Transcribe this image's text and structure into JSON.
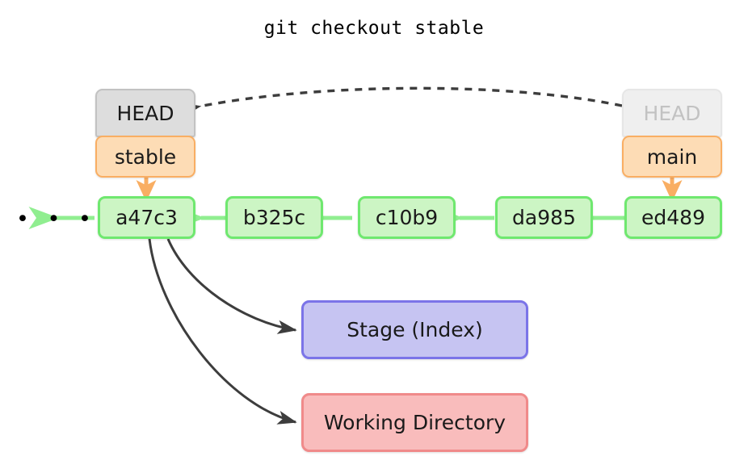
{
  "title": "git checkout stable",
  "colors": {
    "commit_fill": "#ccf5c4",
    "commit_border": "#6fe86f",
    "head_fill": "#dddddd",
    "head_border": "#c2c2c2",
    "head_faded_fill": "#efefef",
    "head_faded_text": "#c2c2c2",
    "branch_fill": "#fddcb5",
    "branch_border": "#f9ae63",
    "stage_fill": "#c6c4f2",
    "stage_border": "#7b74e8",
    "workdir_fill": "#f9bcbc",
    "workdir_border": "#f08a8a",
    "arrow_dark": "#3d3d3d",
    "arrow_green": "#90ee90",
    "arrow_orange": "#f9ae63"
  },
  "commits": [
    {
      "id": "a47c3",
      "label": "a47c3"
    },
    {
      "id": "b325c",
      "label": "b325c"
    },
    {
      "id": "c10b9",
      "label": "c10b9"
    },
    {
      "id": "da985",
      "label": "da985"
    },
    {
      "id": "ed489",
      "label": "ed489"
    }
  ],
  "history_ellipsis": "• • •",
  "refs": {
    "head_active": "HEAD",
    "head_detached": "HEAD",
    "branch_current": "stable",
    "branch_previous": "main"
  },
  "areas": {
    "stage": "Stage (Index)",
    "working_directory": "Working Directory"
  },
  "icons": {
    "head_move": "dashed-arrow-icon",
    "parent_link": "green-arrow-icon",
    "branch_pointer": "orange-arrow-icon",
    "checkout_flow": "curved-arrow-icon"
  }
}
